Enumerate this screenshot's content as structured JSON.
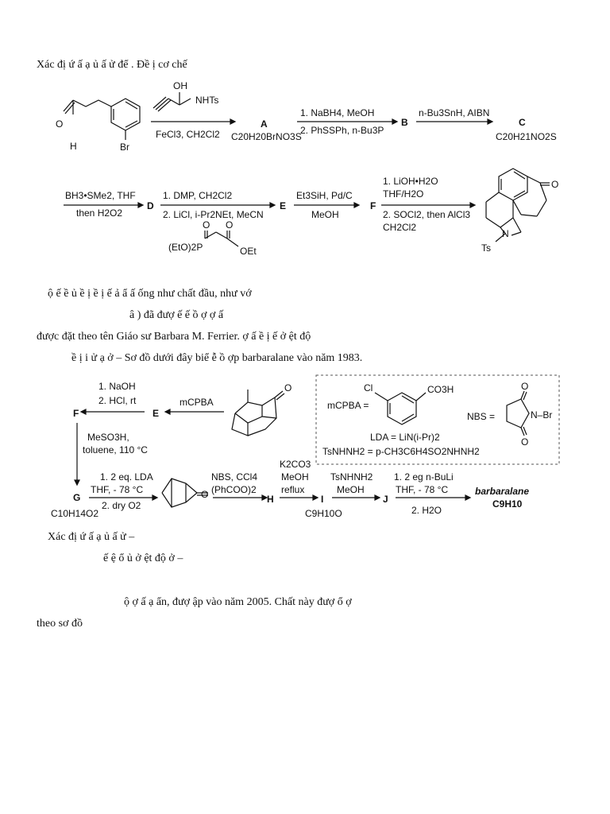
{
  "intro1": "Xác đị       ứ    ấ  ạ  ủ       ấ  ử   để     . Đề     ị cơ chế",
  "scheme1": {
    "r1_cond_top": "NHTs",
    "r1_oh": "OH",
    "r1_cond_bottom": "FeCl3, CH2Cl2",
    "sm_o": "O",
    "sm_h": "H",
    "sm_br": "Br",
    "A": "A",
    "A_formula": "C20H20BrNO3S",
    "r2_top": "1. NaBH4, MeOH",
    "r2_bottom": "2. PhSSPh, n-Bu3P",
    "B": "B",
    "r3_top": "n-Bu3SnH, AIBN",
    "C": "C",
    "C_formula": "C20H21NO2S"
  },
  "scheme2": {
    "r4_top": "BH3•SMe2, THF",
    "r4_bottom": "then H2O2",
    "D": "D",
    "r5_top": "1. DMP, CH2Cl2",
    "r5_bottom": "2. LiCl, i-Pr2NEt, MeCN",
    "phos_left": "(EtO)2P",
    "phos_o1": "O",
    "phos_o2": "O",
    "phos_right": "OEt",
    "E": "E",
    "r6_top": "Et3SiH, Pd/C",
    "r6_bottom": "MeOH",
    "F": "F",
    "r7_l1": "1. LiOH•H2O",
    "r7_l2": "THF/H2O",
    "r7_l3": "2. SOCl2, then AlCl3",
    "r7_l4": "CH2Cl2",
    "prod_o": "O",
    "prod_n": "N",
    "prod_ts": "Ts"
  },
  "para1": "ộ    ế    ề  ủ        ề   ị                ề   ị       ế    ả     ẩ        ấ            ống như chất đầu, như vớ",
  "para2": "â                                                                ) đã đượ       ế    ế       ồ     ợ      ợ        ấ",
  "para3": "được đặt theo tên Giáo sư Barbara M. Ferrier.   ợ       ấ                                       ề     ị        ế   ở     ệt độ",
  "para4": "ề   ị   i   ử     ạ  ở –         Sơ đồ dưới đây biể     ễ              ồ      ợp barbaralane vào năm 1983.",
  "scheme3": {
    "s1_l1": "1. NaOH",
    "s1_l2": "2. HCl, rt",
    "F": "F",
    "E": "E",
    "mcpba": "mCPBA",
    "ketone_o": "O",
    "box_cl": "Cl",
    "box_co3h": "CO3H",
    "box_mcpba": "mCPBA =",
    "box_nbs": "NBS =",
    "box_nbr": "N–Br",
    "box_o1": "O",
    "box_o2": "O",
    "box_lda": "LDA = LiN(i-Pr)2",
    "box_ts": "TsNHNH2 = p-CH3C6H4SO2NHNH2",
    "s2_l1": "MeSO3H,",
    "s2_l2": "toluene, 110 °C",
    "s3_top": "1. 2 eq. LDA",
    "s3_mid": "THF, - 78 °C",
    "s3_bot": "2. dry O2",
    "G": "G",
    "G_formula": "C10H14O2",
    "bic_o": "O",
    "s4_top": "NBS, CCl4",
    "s4_bot": "(PhCOO)2",
    "H": "H",
    "s5_l1": "K2CO3",
    "s5_l2": "MeOH",
    "s5_l3": "reflux",
    "I": "I",
    "I_formula": "C9H10O",
    "s6_top": "TsNHNH2",
    "s6_bot": "MeOH",
    "J": "J",
    "s7_top": "1. 2 eg n-BuLi",
    "s7_mid": "THF, - 78 °C",
    "s7_bot": "2. H2O",
    "product": "barbaralane",
    "product_formula": "C9H10"
  },
  "para5": "Xác đị        ứ   ấ  ạ  ủ        ấ  ử   –",
  "para6": "ế                ệ          ổ                ủ                   ở     ệt độ               ở –",
  "para7": "ộ    ợ        ấ          ạ                        ẩn, đượ            ập vào năm 2005. Chất này đượ     ổ      ợ",
  "para8": "theo sơ đồ"
}
